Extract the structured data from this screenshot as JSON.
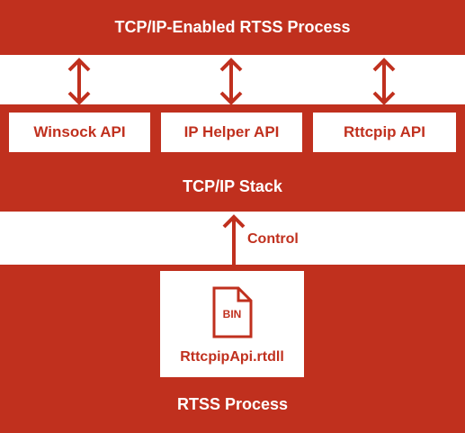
{
  "diagram": {
    "top_band": {
      "title": "TCP/IP-Enabled RTSS Process"
    },
    "apis": [
      {
        "label": "Winsock API"
      },
      {
        "label": "IP Helper API"
      },
      {
        "label": "Rttcpip API"
      }
    ],
    "stack_band": {
      "title": "TCP/IP Stack"
    },
    "connector": {
      "label": "Control"
    },
    "file": {
      "tag": "BIN",
      "name": "RttcpipApi.rtdll"
    },
    "bottom_band": {
      "title": "RTSS Process"
    }
  },
  "colors": {
    "accent": "#c0301e",
    "background": "#ffffff"
  },
  "icons": {
    "api_arrows": "double-arrow-vertical-icon",
    "control_arrow": "arrow-up-icon",
    "file": "file-icon"
  }
}
